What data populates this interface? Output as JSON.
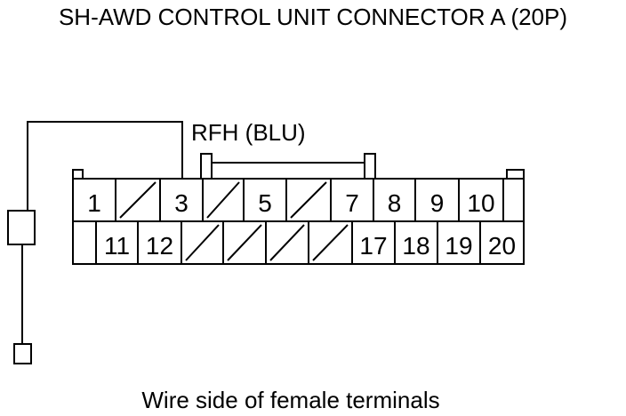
{
  "title": "SH-AWD CONTROL UNIT CONNECTOR A (20P)",
  "wire_label": "RFH (BLU)",
  "caption": "Wire side of female terminals",
  "connector": {
    "top_row": [
      "1",
      "",
      "3",
      "",
      "5",
      "",
      "7",
      "8",
      "9",
      "10",
      ""
    ],
    "bottom_row": [
      "",
      "11",
      "12",
      "",
      "",
      "",
      "",
      "17",
      "18",
      "19",
      "20"
    ]
  },
  "probe": {
    "lead_terminal": "3"
  }
}
